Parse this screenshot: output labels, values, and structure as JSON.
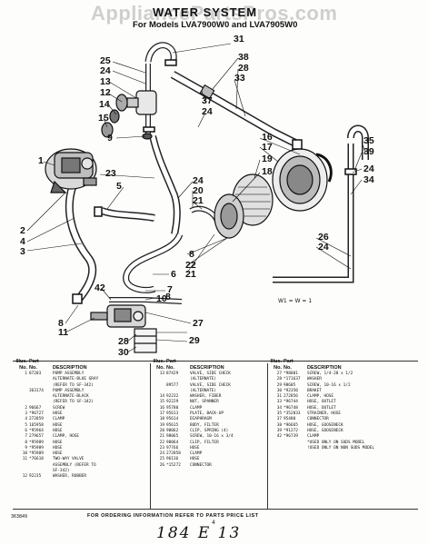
{
  "watermark": "AppliancePartsPros.com",
  "header": {
    "title": "WATER SYSTEM",
    "subtitle": "For Models LVA7900W0 and LVA7905W0"
  },
  "callouts": [
    {
      "t": "31"
    },
    {
      "t": "25"
    },
    {
      "t": "24"
    },
    {
      "t": "13"
    },
    {
      "t": "12"
    },
    {
      "t": "14"
    },
    {
      "t": "15"
    },
    {
      "t": "9"
    },
    {
      "t": "38"
    },
    {
      "t": "28"
    },
    {
      "t": "33"
    },
    {
      "t": "37"
    },
    {
      "t": "24"
    },
    {
      "t": "1"
    },
    {
      "t": "23"
    },
    {
      "t": "24"
    },
    {
      "t": "20"
    },
    {
      "t": "21"
    },
    {
      "t": "16"
    },
    {
      "t": "17"
    },
    {
      "t": "19"
    },
    {
      "t": "18"
    },
    {
      "t": "35"
    },
    {
      "t": "39"
    },
    {
      "t": "24"
    },
    {
      "t": "34"
    },
    {
      "t": "5"
    },
    {
      "t": "2"
    },
    {
      "t": "4"
    },
    {
      "t": "3"
    },
    {
      "t": "6"
    },
    {
      "t": "26"
    },
    {
      "t": "24"
    },
    {
      "t": "8"
    },
    {
      "t": "22"
    },
    {
      "t": "21"
    },
    {
      "t": "7"
    },
    {
      "t": "10"
    },
    {
      "t": "8"
    },
    {
      "t": "42"
    },
    {
      "t": "27"
    },
    {
      "t": "8"
    },
    {
      "t": "11"
    },
    {
      "t": "28"
    },
    {
      "t": "29"
    },
    {
      "t": "30"
    }
  ],
  "diagram_note": "W1 = W = 1",
  "table_columns": {
    "no": "No.",
    "part": "No.",
    "illus": "Illus.",
    "part_label": "Part",
    "description": "DESCRIPTION"
  },
  "parts": [
    [
      {
        "no": "1",
        "part": "87203",
        "desc": "PUMP ASSEMBLY"
      },
      {
        "no": "",
        "part": "",
        "desc": "ALTERNATE-BLUE GRAY"
      },
      {
        "no": "",
        "part": "",
        "desc": "(REFER TO SF-342)"
      },
      {
        "no": "",
        "part": "363174",
        "desc": "PUMP ASSEMBLY"
      },
      {
        "no": "",
        "part": "",
        "desc": "ALTERNATE-BLACK"
      },
      {
        "no": "",
        "part": "",
        "desc": "(REFER TO SF-342)"
      },
      {
        "no": "2",
        "part": "96667",
        "desc": "SCREW"
      },
      {
        "no": "3",
        "part": "*96727",
        "desc": "HOSE"
      },
      {
        "no": "4",
        "part": "272859",
        "desc": "CLAMP"
      },
      {
        "no": "5",
        "part": "165958",
        "desc": "HOSE"
      },
      {
        "no": "6",
        "part": "*95964",
        "desc": "HOSE"
      },
      {
        "no": "7",
        "part": "279657",
        "desc": "CLAMP, HOSE"
      },
      {
        "no": "8",
        "part": "*95989",
        "desc": "HOSE"
      },
      {
        "no": "9",
        "part": "*95989",
        "desc": "HOSE"
      },
      {
        "no": "10",
        "part": "*95989",
        "desc": "HOSE"
      },
      {
        "no": "11",
        "part": "*76618",
        "desc": "TWO-WAY VALVE"
      },
      {
        "no": "",
        "part": "",
        "desc": "ASSEMBLY (REFER TO"
      },
      {
        "no": "",
        "part": "",
        "desc": "SF-342)"
      },
      {
        "no": "12",
        "part": "92235",
        "desc": "WASHER, RUBBER"
      }
    ],
    [
      {
        "no": "13",
        "part": "87429",
        "desc": "VALVE, SIDE CHECK"
      },
      {
        "no": "",
        "part": "",
        "desc": "(ALTERNATE)"
      },
      {
        "no": "",
        "part": "89577",
        "desc": "VALVE, SIDE CHECK"
      },
      {
        "no": "",
        "part": "",
        "desc": "(ALTERNATE)"
      },
      {
        "no": "14",
        "part": "92232",
        "desc": "WASHER, FIBER"
      },
      {
        "no": "15",
        "part": "92229",
        "desc": "NUT, SPANNER"
      },
      {
        "no": "16",
        "part": "95780",
        "desc": "CLAMP"
      },
      {
        "no": "17",
        "part": "95613",
        "desc": "PLATE, BACK-UP"
      },
      {
        "no": "18",
        "part": "95614",
        "desc": "DIAPHRAGM"
      },
      {
        "no": "19",
        "part": "95615",
        "desc": "BODY, FILTER"
      },
      {
        "no": "20",
        "part": "98062",
        "desc": "CLIP, SPRING (4)"
      },
      {
        "no": "21",
        "part": "98065",
        "desc": "SCREW, 10-16 x 3/4"
      },
      {
        "no": "22",
        "part": "98064",
        "desc": "CLIP, FILTER"
      },
      {
        "no": "23",
        "part": "97766",
        "desc": "HOSE"
      },
      {
        "no": "24",
        "part": "272858",
        "desc": "CLAMP"
      },
      {
        "no": "25",
        "part": "96136",
        "desc": "HOSE"
      },
      {
        "no": "26",
        "part": "*15272",
        "desc": "CONNECTOR"
      }
    ],
    [
      {
        "no": "27",
        "part": "*98001",
        "desc": "SCREW, 1/4-28 x 1/2"
      },
      {
        "no": "28",
        "part": "*171637",
        "desc": "WASHER"
      },
      {
        "no": "29",
        "part": "98605",
        "desc": "SCREW, 10-16 x 1/2"
      },
      {
        "no": "30",
        "part": "*92350",
        "desc": "BRAKET"
      },
      {
        "no": "31",
        "part": "272856",
        "desc": "CLAMP, HOSE"
      },
      {
        "no": "33",
        "part": "*96744",
        "desc": "HOSE, OUTLET"
      },
      {
        "no": "34",
        "part": "*96748",
        "desc": "HOSE, OUTLET"
      },
      {
        "no": "35",
        "part": "*352833",
        "desc": "STRAINER, HOSE"
      },
      {
        "no": "37",
        "part": "95480",
        "desc": "CONNECTOR"
      },
      {
        "no": "38",
        "part": "*96665",
        "desc": "HOSE, GOOSENECK"
      },
      {
        "no": "39",
        "part": "*91272",
        "desc": "HOSE, GOOSENECK"
      },
      {
        "no": "42",
        "part": "*96739",
        "desc": "CLAMP"
      },
      {
        "no": "",
        "part": "",
        "desc": ""
      },
      {
        "no": "",
        "part": "",
        "desc": "*USED ONLY ON SUDS MODEL"
      },
      {
        "no": "",
        "part": "",
        "desc": "!USED ONLY ON NON SUDS MODEL"
      }
    ]
  ],
  "footer": {
    "order_note": "FOR ORDERING INFORMATION REFER TO PARTS PRICE LIST",
    "code": "363849",
    "page": "4",
    "handwritten": "184 E 13"
  }
}
